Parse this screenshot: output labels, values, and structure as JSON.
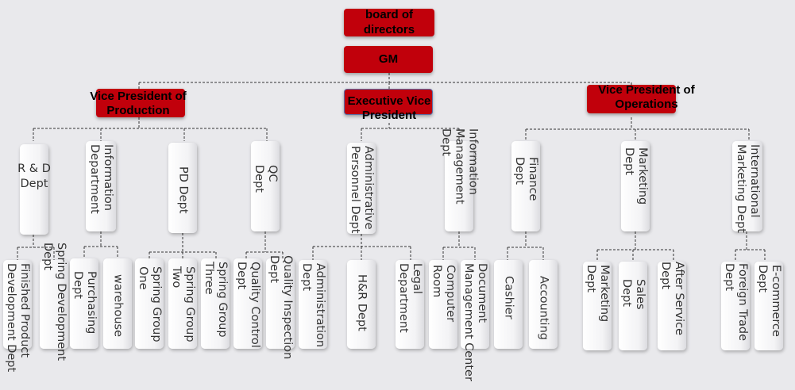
{
  "org_chart": {
    "board": "board of directors",
    "gm": "GM",
    "vps": {
      "production": "Vice President of Production",
      "executive": "Executive Vice President",
      "operations": "Vice President of Operations"
    },
    "departments": {
      "rd": "R & D Dept",
      "information_department": "Information Department",
      "pd": "PD Dept",
      "qc": "QC Dept",
      "administrative_personnel": "Administrative Personnel Dept",
      "information_management": "Information Management Dept",
      "finance": "Finance Dept",
      "marketing": "Marketing Dept",
      "international_marketing": "International Marketing Dept"
    },
    "units": {
      "finished_product_development": "Finished Product Development Dept",
      "spring_development": "Spring Development Dept",
      "purchasing": "Purchasing Dept",
      "warehouse": "warehouse",
      "spring_group_one": "Spring Group One",
      "spring_group_two": "Spring Group Two",
      "spring_group_three": "Spring Group Three",
      "quality_control": "Quality Control Dept",
      "quality_inspection": "Quality Inspection Dept",
      "administration": "Administration Dept",
      "hr": "H&R Dept",
      "legal": "Legal Department",
      "computer_room": "Computer Room",
      "document_management": "Document Management Center",
      "cashier": "Cashier",
      "accounting": "Accounting",
      "marketing_unit": "Marketing Dept",
      "sales": "Sales Dept",
      "after_service": "After Service Dept",
      "foreign_trade": "Foreign Trade Dept",
      "ecommerce": "E-commerce Dept"
    }
  },
  "colors": {
    "background": "#e9e9ec",
    "red_box": "#c1000b",
    "connector": "#333333",
    "box_text": "#333333"
  }
}
